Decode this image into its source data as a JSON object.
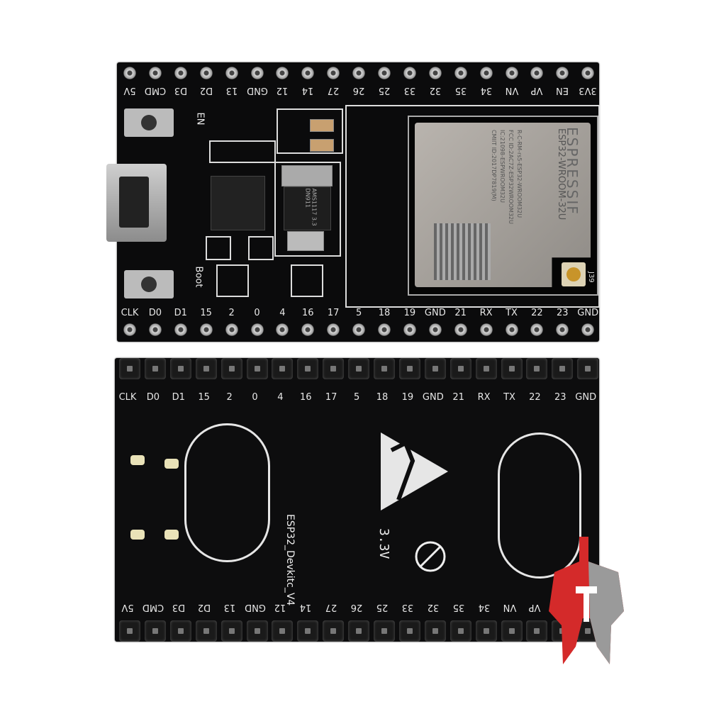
{
  "front": {
    "top_pins": [
      "5V",
      "CMD",
      "D3",
      "D2",
      "13",
      "GND",
      "12",
      "14",
      "27",
      "26",
      "25",
      "33",
      "32",
      "35",
      "34",
      "VN",
      "VP",
      "EN",
      "3V3"
    ],
    "bottom_pins": [
      "CLK",
      "D0",
      "D1",
      "15",
      "2",
      "0",
      "4",
      "16",
      "17",
      "5",
      "18",
      "19",
      "GND",
      "21",
      "RX",
      "TX",
      "22",
      "23",
      "GND"
    ],
    "en_label": "EN",
    "boot_label": "Boot",
    "regulator_text": "AMS1117 3.3 DN911",
    "module": {
      "brand": "ESPRESSIF",
      "model": "ESP32-WROOM-32U",
      "cert_lines": [
        "R-C-RM-rs5-ESP32-WROOM32U",
        "FCC ID:2AC7Z-ESP32WROOM32U",
        "IC:21098-ESPWROOM32U",
        "CMIIT ID:2017DP7819(M)"
      ],
      "connector_label": "J39"
    }
  },
  "back": {
    "top_pins": [
      "CLK",
      "D0",
      "D1",
      "15",
      "2",
      "0",
      "4",
      "16",
      "17",
      "5",
      "18",
      "19",
      "GND",
      "21",
      "RX",
      "TX",
      "22",
      "23",
      "GND"
    ],
    "bottom_pins": [
      "5V",
      "CMD",
      "D3",
      "D2",
      "13",
      "GND",
      "12",
      "14",
      "27",
      "26",
      "25",
      "33",
      "32",
      "35",
      "34",
      "VN",
      "VP"
    ],
    "board_name": "ESP32_Devkitc_V4",
    "voltage_mark": "3.3V"
  },
  "colors": {
    "pcb": "#0b0b0c",
    "silkscreen": "#e8e8e8",
    "logo_red": "#d42a2a"
  },
  "logo": {
    "icon": "spartan-helmet-logo"
  }
}
